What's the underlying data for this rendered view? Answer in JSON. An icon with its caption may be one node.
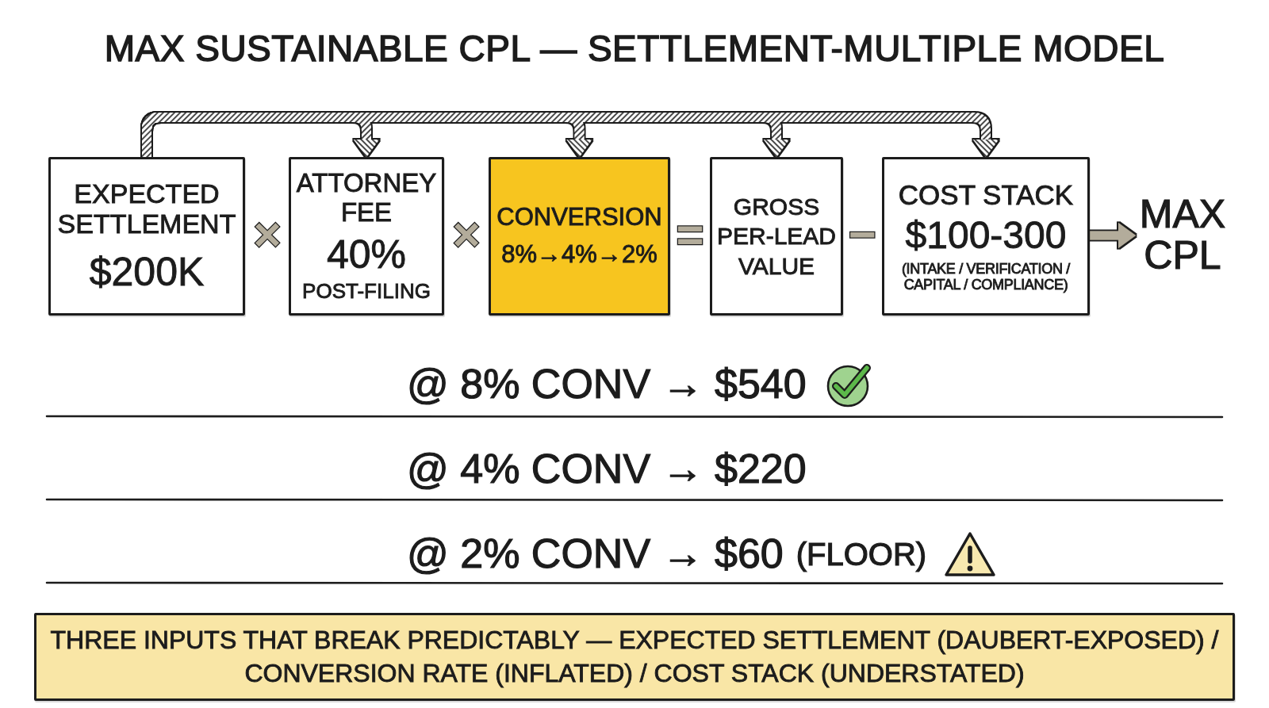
{
  "diagram": {
    "title": "MAX SUSTAINABLE CPL — SETTLEMENT-MULTIPLE MODEL",
    "nodes": [
      {
        "text": [
          "EXPECTED SETTLEMENT",
          "$200K"
        ]
      },
      {
        "text": [
          "ATTORNEY FEE",
          "40%",
          "POST-FILING"
        ]
      },
      {
        "text": [
          "CONVERSION",
          "8%→4%→2%"
        ]
      },
      {
        "text": [
          "GROSS PER-LEAD VALUE"
        ]
      },
      {
        "text": [
          "COST STACK",
          "$100-300",
          "(INTAKE / VERIFICATION / CAPITAL / COMPLIANCE)"
        ]
      },
      {
        "text": [
          "MAX CPL"
        ]
      },
      {
        "text": [
          "THREE INPUTS THAT BREAK PREDICTABLY — EXPECTED SETTLEMENT (DAUBERT-EXPOSED) / CONVERSION RATE (INFLATED) / COST STACK (UNDERSTATED)"
        ]
      }
    ],
    "edges": [
      {
        "from": 0,
        "to": 1,
        "arrow": "to"
      },
      {
        "from": 0,
        "to": 2,
        "arrow": "to"
      },
      {
        "from": 0,
        "to": 3,
        "arrow": "to"
      },
      {
        "from": 0,
        "to": 4,
        "arrow": "to"
      },
      {
        "from": 4,
        "to": 5,
        "arrow": "to",
        "color": "#b3ac9b"
      }
    ],
    "labels": [
      "×",
      "×",
      "=",
      "−",
      "@ 8% CONV → $540",
      "@ 4% CONV → $220",
      "@ 2% CONV → $60",
      "(FLOOR)"
    ]
  }
}
